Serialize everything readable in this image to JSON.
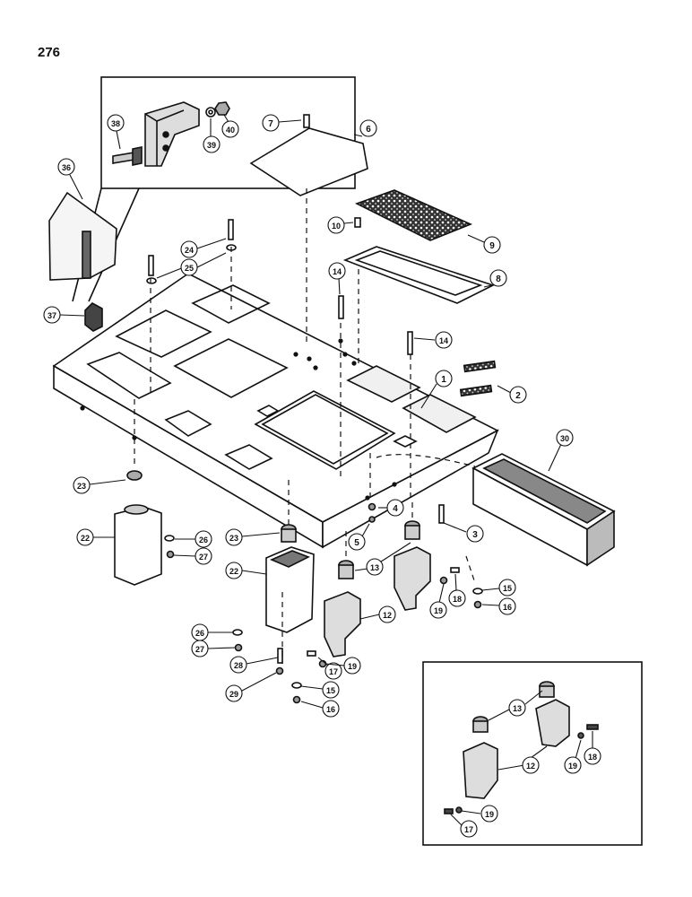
{
  "page_number": "276",
  "colors": {
    "ink": "#111111",
    "paper": "#ffffff",
    "shade": "#777777"
  },
  "callouts": [
    "1",
    "2",
    "3",
    "4",
    "5",
    "6",
    "7",
    "8",
    "9",
    "10",
    "12",
    "13",
    "14",
    "15",
    "16",
    "17",
    "18",
    "19",
    "22",
    "23",
    "24",
    "25",
    "26",
    "27",
    "28",
    "29",
    "30",
    "36",
    "37",
    "38",
    "39",
    "40"
  ]
}
